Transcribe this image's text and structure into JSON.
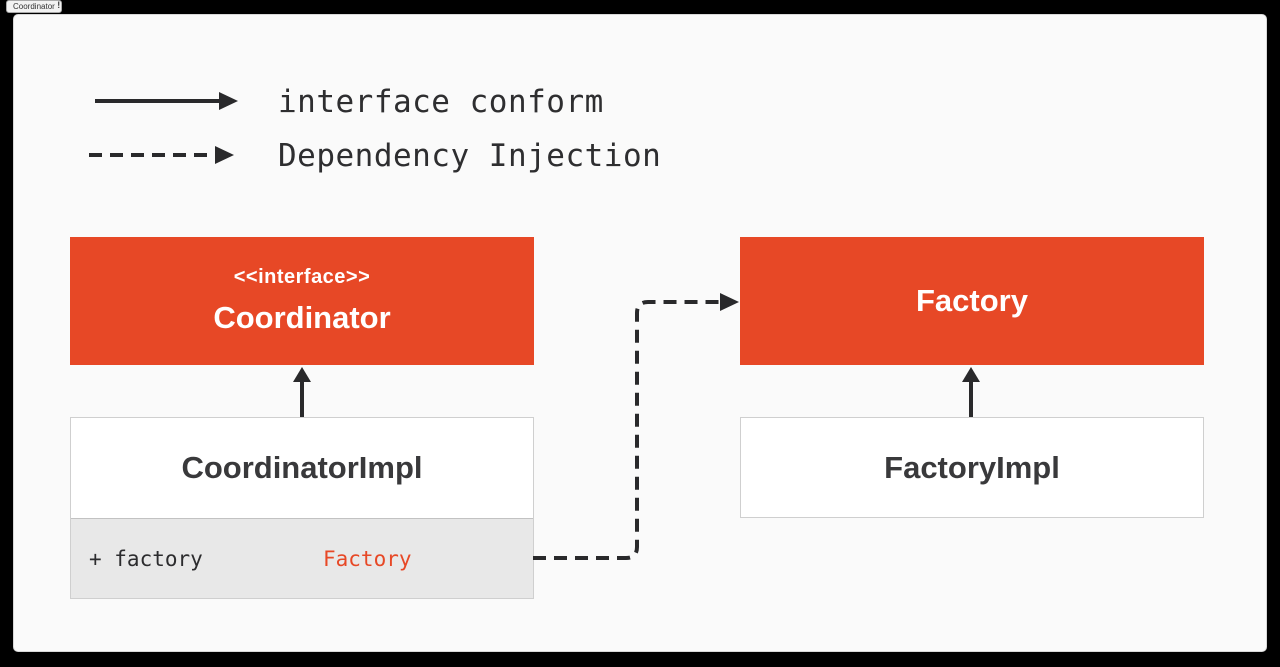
{
  "window": {
    "tab_label": "Coordinator",
    "modified_mark": "!"
  },
  "colors": {
    "accent": "#E74826",
    "stroke": "#29292B",
    "panel_bg": "#FAFAFA",
    "attr_bg": "#E8E8E8",
    "dark_text": "#39393B",
    "outer_bg": "#000000"
  },
  "legend": {
    "items": [
      {
        "style": "solid-arrow",
        "label": "interface conform"
      },
      {
        "style": "dashed-arrow",
        "label": "Dependency Injection"
      }
    ]
  },
  "diagram": {
    "coordinator": {
      "stereotype": "<<interface>>",
      "name": "Coordinator"
    },
    "coordinatorImpl": {
      "name": "CoordinatorImpl",
      "attribute": {
        "label": "+ factory",
        "type": "Factory"
      }
    },
    "factory": {
      "name": "Factory"
    },
    "factoryImpl": {
      "name": "FactoryImpl"
    },
    "relations": [
      {
        "from": "CoordinatorImpl",
        "to": "Coordinator",
        "type": "interface conform"
      },
      {
        "from": "FactoryImpl",
        "to": "Factory",
        "type": "interface conform"
      },
      {
        "from": "CoordinatorImpl.factory",
        "to": "Factory",
        "type": "Dependency Injection"
      }
    ]
  }
}
